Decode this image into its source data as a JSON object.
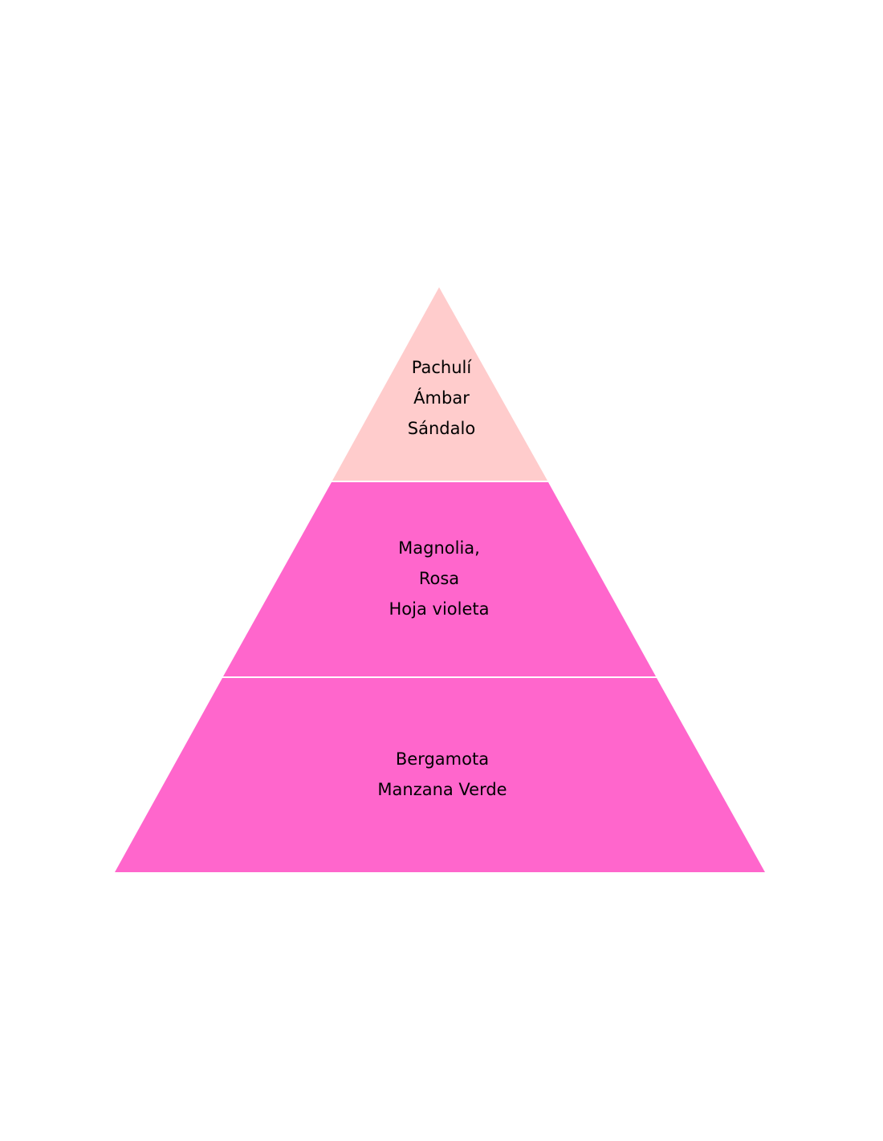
{
  "colors": {
    "top_tier": "#ffcccc",
    "lower_tiers": "#ff66cc",
    "divider": "#ffffff",
    "text": "#000000"
  },
  "pyramid": {
    "top": {
      "notes": [
        "Pachulí",
        "Ámbar",
        "Sándalo"
      ]
    },
    "middle": {
      "notes": [
        "Magnolia,",
        "Rosa",
        "Hoja violeta"
      ]
    },
    "bottom": {
      "notes": [
        "Bergamota",
        "Manzana Verde"
      ]
    }
  }
}
